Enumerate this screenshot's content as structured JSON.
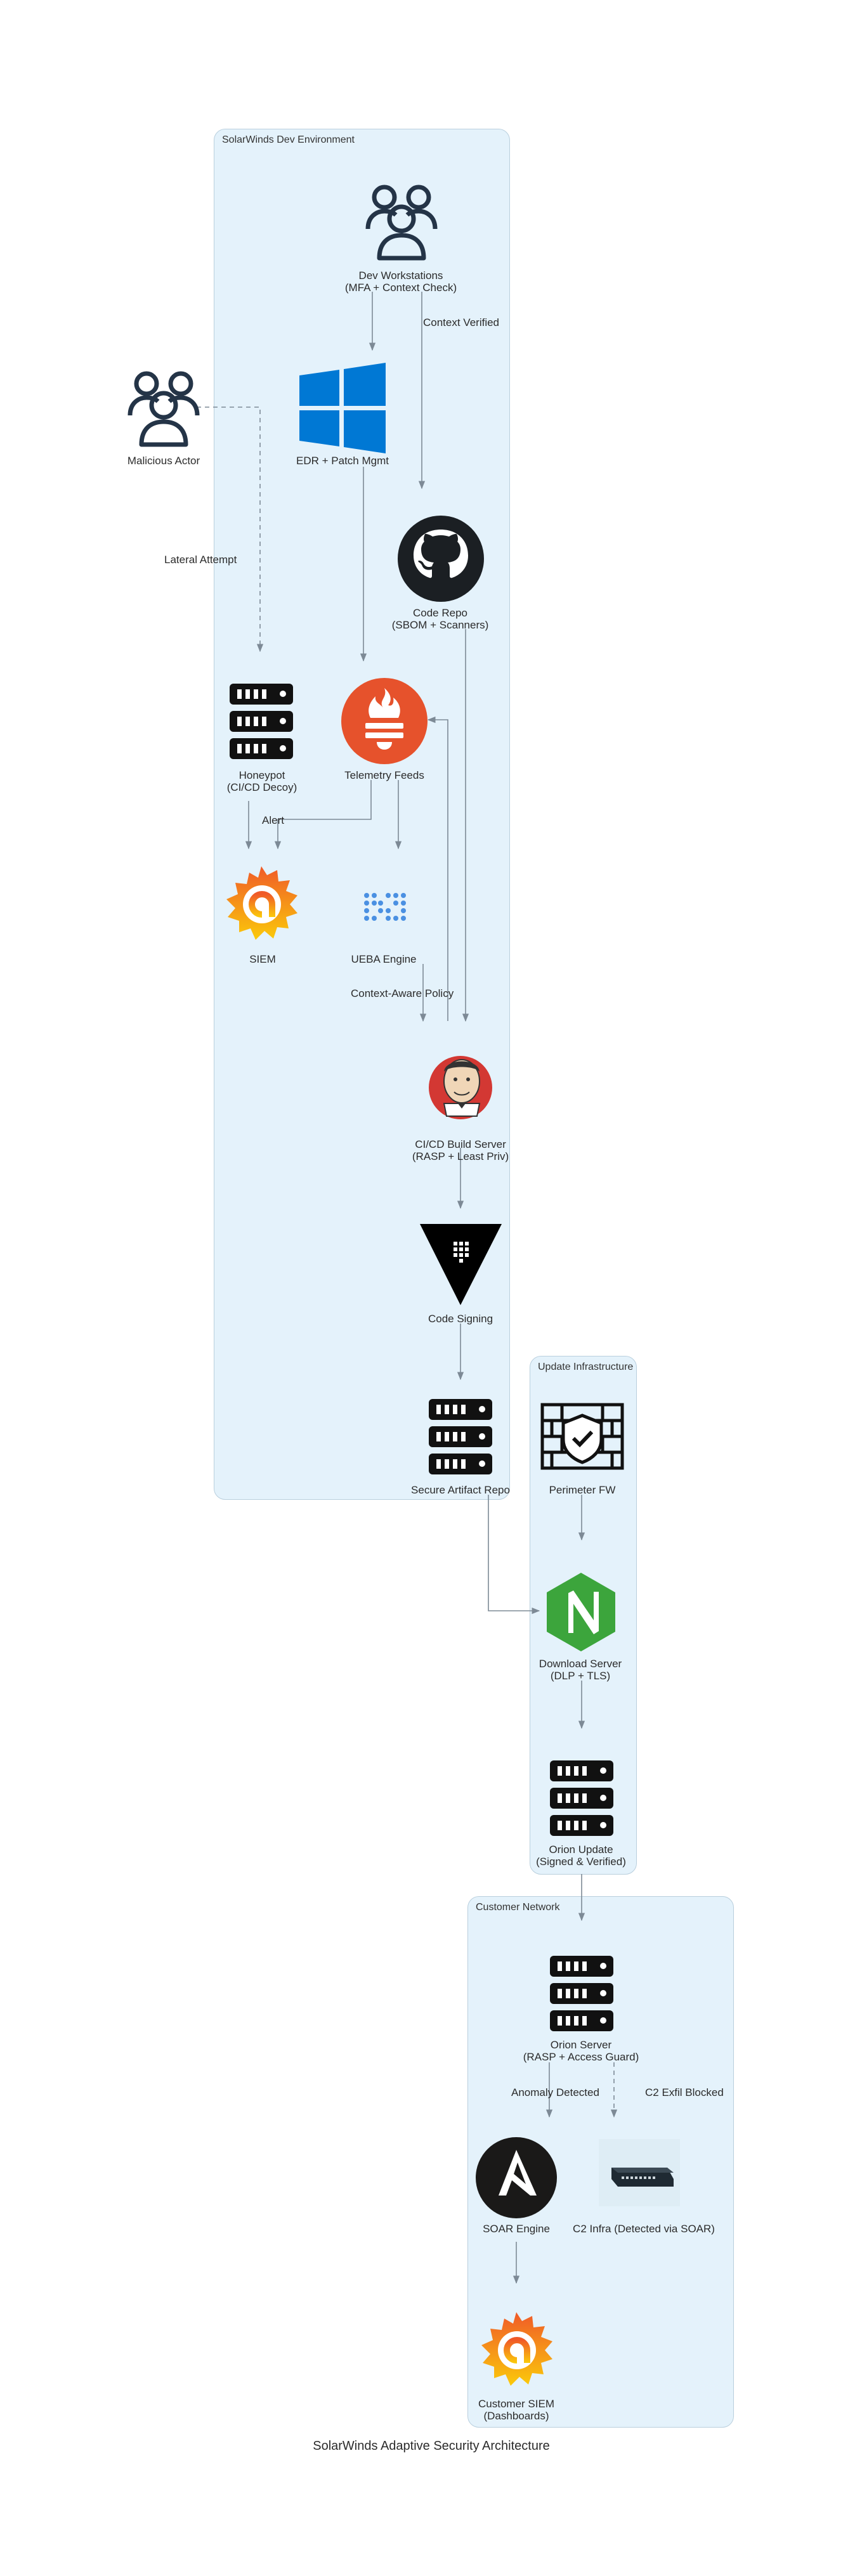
{
  "title": "SolarWinds Adaptive Security Architecture",
  "clusters": {
    "dev": "SolarWinds Dev Environment",
    "update": "Update Infrastructure",
    "customer": "Customer Network"
  },
  "nodes": {
    "dev_workstations": {
      "line1": "Dev Workstations",
      "line2": "(MFA + Context Check)",
      "icon": "users-icon"
    },
    "malicious_actor": {
      "line1": "Malicious Actor",
      "icon": "users-icon"
    },
    "edr": {
      "line1": "EDR + Patch Mgmt",
      "icon": "windows-icon"
    },
    "code_repo": {
      "line1": "Code Repo",
      "line2": "(SBOM + Scanners)",
      "icon": "github-icon"
    },
    "honeypot": {
      "line1": "Honeypot",
      "line2": "(CI/CD Decoy)",
      "icon": "server-icon"
    },
    "telemetry": {
      "line1": "Telemetry Feeds",
      "icon": "prometheus-icon"
    },
    "siem": {
      "line1": "SIEM",
      "icon": "grafana-icon"
    },
    "ueba": {
      "line1": "UEBA Engine",
      "icon": "ml-dots-icon"
    },
    "cicd": {
      "line1": "CI/CD Build Server",
      "line2": "(RASP + Least Priv)",
      "icon": "jenkins-icon"
    },
    "code_signing": {
      "line1": "Code Signing",
      "icon": "vault-icon"
    },
    "artifact_repo": {
      "line1": "Secure Artifact Repo",
      "icon": "server-icon"
    },
    "perimeter_fw": {
      "line1": "Perimeter FW",
      "icon": "firewall-icon"
    },
    "download_server": {
      "line1": "Download Server",
      "line2": "(DLP + TLS)",
      "icon": "nginx-icon"
    },
    "orion_update": {
      "line1": "Orion Update",
      "line2": "(Signed & Verified)",
      "icon": "server-icon"
    },
    "orion_server": {
      "line1": "Orion Server",
      "line2": "(RASP + Access Guard)",
      "icon": "server-icon"
    },
    "soar": {
      "line1": "SOAR Engine",
      "icon": "ansible-icon"
    },
    "c2_infra": {
      "line1": "C2 Infra (Detected via SOAR)",
      "icon": "network-switch-icon"
    },
    "customer_siem": {
      "line1": "Customer SIEM",
      "line2": "(Dashboards)",
      "icon": "grafana-icon"
    }
  },
  "edge_labels": {
    "context_verified": "Context Verified",
    "lateral_attempt": "Lateral Attempt",
    "alert": "Alert",
    "context_aware_policy": "Context-Aware Policy",
    "anomaly_detected": "Anomaly Detected",
    "c2_exfil_blocked": "C2 Exfil Blocked"
  },
  "colors": {
    "cluster_bg": "#e4f2fb",
    "cluster_border": "#b9cfdd",
    "edge": "#7d8a96",
    "windows": "#0078d4",
    "prometheus": "#e6522c",
    "nginx": "#3ca53c",
    "grafana_orange": "#f46800",
    "grafana_yellow": "#fbca0a"
  }
}
